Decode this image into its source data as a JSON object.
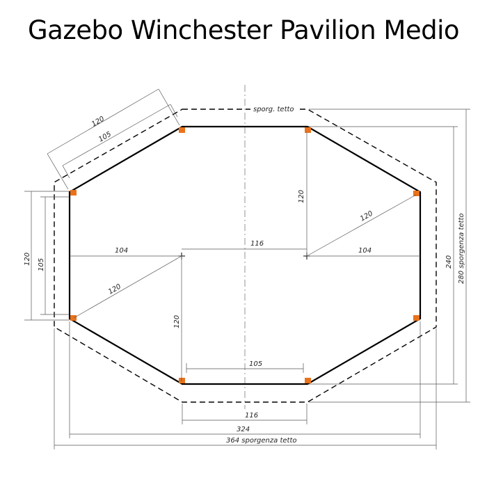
{
  "title": "Gazebo Winchester Pavilion Medio",
  "labels": {
    "roof_overhang_top": "sporg. tetto",
    "side_120_top": "120",
    "side_105_top": "105",
    "left_120": "120",
    "left_105": "105",
    "radius_left": "104",
    "radius_right": "104",
    "center_116": "116",
    "vertical_120_right": "120",
    "diag_120_right": "120",
    "diag_120_left": "120",
    "vertical_120_center": "120",
    "bottom_105": "105",
    "bottom_116": "116",
    "width_324": "324",
    "width_364": "364  sporgenza tetto",
    "height_240": "240",
    "height_280": "280  sporgenza tetto"
  },
  "colors": {
    "outline": "#000000",
    "post": "#e8731c",
    "dimension": "#555555"
  }
}
